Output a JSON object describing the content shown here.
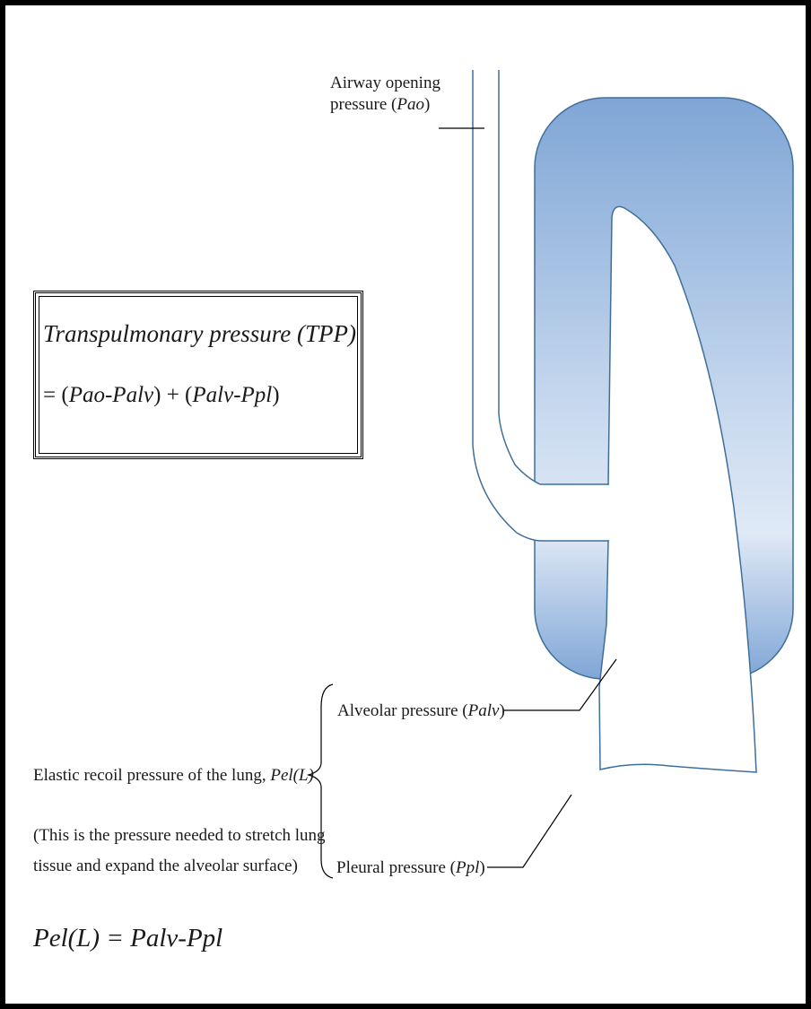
{
  "colors": {
    "frame": "#000000",
    "background": "#ffffff",
    "pleural_fill_top": "#7fa6d6",
    "pleural_fill_bottom": "#d6e3f3",
    "outline": "#3e6e9a",
    "leader_line": "#000000"
  },
  "tpp": {
    "title": "Transpulmonary pressure (TPP)",
    "formula_eq": "= (",
    "formula_a": "Pao",
    "formula_dash1": "-",
    "formula_b": "Palv",
    "formula_mid": ") + (",
    "formula_c": "Palv",
    "formula_dash2": "-",
    "formula_d": "Ppl",
    "formula_end": ")"
  },
  "labels": {
    "airway_line1": "Airway opening",
    "airway_line2_text": "pressure (",
    "airway_symbol": "Pao",
    "airway_close": ")",
    "alveolar_text": "Alveolar pressure (",
    "alveolar_symbol": "Palv",
    "alveolar_close": ")",
    "pleural_text": "Pleural pressure (",
    "pleural_symbol": "Ppl",
    "pleural_close": ")",
    "elastic_text": "Elastic recoil pressure of the lung, ",
    "elastic_symbol": "Pel(L)",
    "note_line1": "(This is the pressure needed to stretch lung",
    "note_line2": "tissue and expand the alveolar surface)"
  },
  "pel_formula": "Pel(L) = Palv-Ppl"
}
